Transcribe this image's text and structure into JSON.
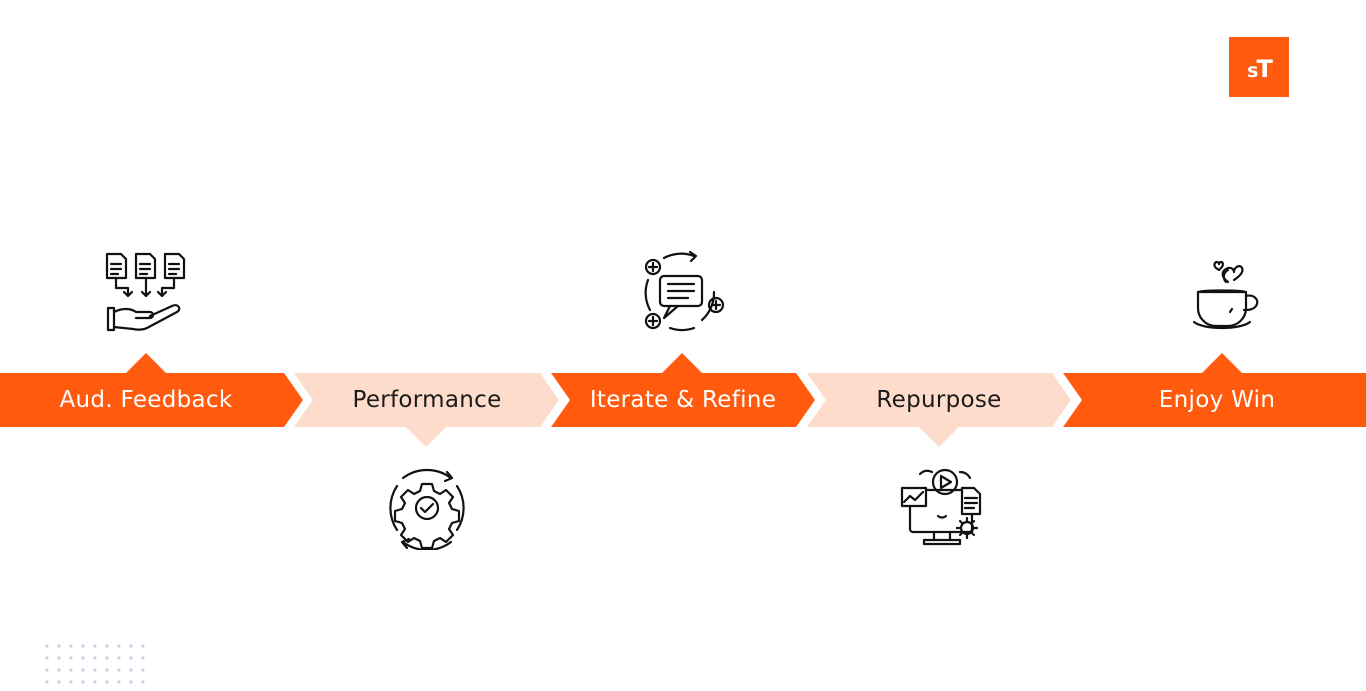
{
  "brand": {
    "logo_text_small": "s",
    "logo_text_large": "T",
    "accent_color": "#ff5a0e",
    "light_color": "#fddccb"
  },
  "steps": [
    {
      "label": "Aud. Feedback",
      "style": "dark",
      "icon": "documents-to-hand-icon",
      "icon_side": "above"
    },
    {
      "label": "Performance",
      "style": "light",
      "icon": "gear-cycle-icon",
      "icon_side": "below"
    },
    {
      "label": "Iterate & Refine",
      "style": "dark",
      "icon": "chat-refresh-icon",
      "icon_side": "above"
    },
    {
      "label": "Repurpose",
      "style": "light",
      "icon": "monitor-content-icon",
      "icon_side": "below"
    },
    {
      "label": "Enjoy Win",
      "style": "dark",
      "icon": "coffee-cup-heart-icon",
      "icon_side": "above"
    }
  ]
}
